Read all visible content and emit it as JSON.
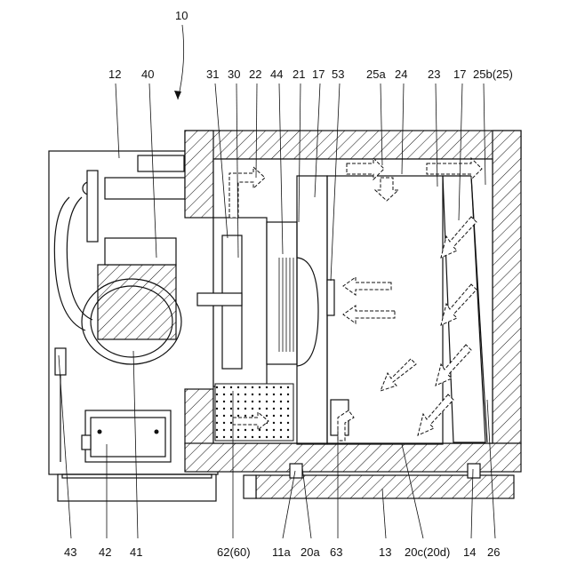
{
  "figure": {
    "main_ref": "10"
  },
  "labels_top": [
    {
      "id": "12",
      "text": "12"
    },
    {
      "id": "40",
      "text": "40"
    },
    {
      "id": "31",
      "text": "31"
    },
    {
      "id": "30",
      "text": "30"
    },
    {
      "id": "22",
      "text": "22"
    },
    {
      "id": "44",
      "text": "44"
    },
    {
      "id": "21",
      "text": "21"
    },
    {
      "id": "17a",
      "text": "17"
    },
    {
      "id": "53",
      "text": "53"
    },
    {
      "id": "25a",
      "text": "25a"
    },
    {
      "id": "24",
      "text": "24"
    },
    {
      "id": "23",
      "text": "23"
    },
    {
      "id": "17b",
      "text": "17"
    },
    {
      "id": "25b",
      "text": "25b(25)"
    }
  ],
  "labels_bottom": [
    {
      "id": "43",
      "text": "43"
    },
    {
      "id": "42",
      "text": "42"
    },
    {
      "id": "41",
      "text": "41"
    },
    {
      "id": "62",
      "text": "62(60)"
    },
    {
      "id": "11a",
      "text": "11a"
    },
    {
      "id": "20a",
      "text": "20a"
    },
    {
      "id": "63",
      "text": "63"
    },
    {
      "id": "13",
      "text": "13"
    },
    {
      "id": "20c",
      "text": "20c(20d)"
    },
    {
      "id": "14",
      "text": "14"
    },
    {
      "id": "26",
      "text": "26"
    }
  ]
}
